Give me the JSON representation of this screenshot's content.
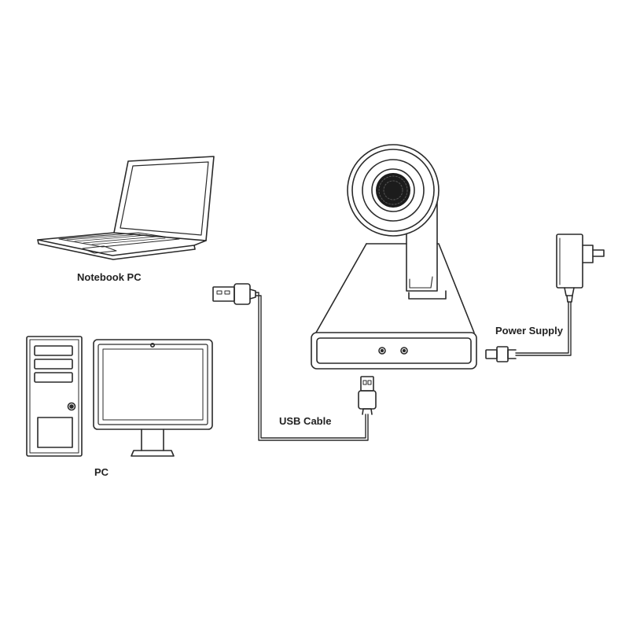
{
  "labels": {
    "notebook_pc": "Notebook PC",
    "pc": "PC",
    "usb_cable": "USB Cable",
    "power_supply": "Power Supply"
  },
  "colors": {
    "stroke": "#2a2a2a",
    "background": "#ffffff"
  }
}
